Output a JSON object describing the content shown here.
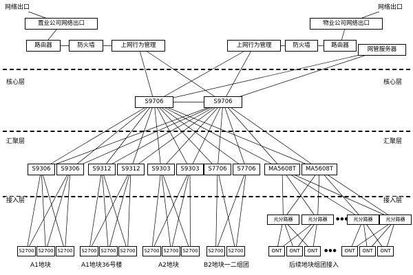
{
  "diagram": {
    "corner_labels": {
      "top_left": "网络出口",
      "top_right": "网络出口"
    },
    "layers": {
      "core": "核心层",
      "aggregation": "汇聚层",
      "access": "接入层"
    },
    "nodes": {
      "exit_left": "置业公司网络出口",
      "exit_right": "物业公司网络出口",
      "router": "路由器",
      "firewall": "防火墙",
      "behavior_mgmt": "上网行为管理",
      "nms_server": "网管服务器",
      "core_switch": "S9706",
      "agg_s9306": "S9306",
      "agg_s9312": "S9312",
      "agg_s9303": "S9303",
      "agg_s7706": "S7706",
      "agg_ma5608t": "MA5608T",
      "splitter": "光分路器",
      "access_switch": "S2700",
      "ont": "ONT",
      "ellipsis": "●●●"
    },
    "group_labels": [
      "A1地块",
      "A1地块36号楼",
      "A2地块",
      "B2地块一二组团",
      "后续地块组团接入"
    ],
    "connections": [
      [
        "tl",
        "exit_left"
      ],
      [
        "exit_left",
        "router_l"
      ],
      [
        "router_l",
        "firewall_l"
      ],
      [
        "firewall_l",
        "behavior_l"
      ],
      [
        "tr",
        "exit_right"
      ],
      [
        "exit_right",
        "router_r"
      ],
      [
        "router_r",
        "firewall_r"
      ],
      [
        "firewall_r",
        "behavior_r"
      ],
      [
        "behavior_l",
        "core1"
      ],
      [
        "behavior_l",
        "core2"
      ],
      [
        "behavior_r",
        "core1"
      ],
      [
        "behavior_r",
        "core2"
      ],
      [
        "nms",
        "core1"
      ],
      [
        "nms",
        "core2"
      ],
      [
        "core1",
        "core2"
      ],
      [
        "core1",
        "a1a"
      ],
      [
        "core1",
        "a1b"
      ],
      [
        "core1",
        "a2a"
      ],
      [
        "core1",
        "a2b"
      ],
      [
        "core1",
        "a3a"
      ],
      [
        "core1",
        "a3b"
      ],
      [
        "core1",
        "a4a"
      ],
      [
        "core1",
        "a4b"
      ],
      [
        "core1",
        "a5a"
      ],
      [
        "core1",
        "a5b"
      ],
      [
        "core2",
        "a1a"
      ],
      [
        "core2",
        "a1b"
      ],
      [
        "core2",
        "a2a"
      ],
      [
        "core2",
        "a2b"
      ],
      [
        "core2",
        "a3a"
      ],
      [
        "core2",
        "a3b"
      ],
      [
        "core2",
        "a4a"
      ],
      [
        "core2",
        "a4b"
      ],
      [
        "core2",
        "a5a"
      ],
      [
        "core2",
        "a5b"
      ],
      [
        "a1a",
        "g1s1"
      ],
      [
        "a1a",
        "g1s2"
      ],
      [
        "a1a",
        "g1s3"
      ],
      [
        "a1b",
        "g1s1"
      ],
      [
        "a1b",
        "g1s2"
      ],
      [
        "a1b",
        "g1s3"
      ],
      [
        "a2a",
        "g2s1"
      ],
      [
        "a2a",
        "g2s2"
      ],
      [
        "a2a",
        "g2s3"
      ],
      [
        "a2b",
        "g2s1"
      ],
      [
        "a2b",
        "g2s2"
      ],
      [
        "a2b",
        "g2s3"
      ],
      [
        "a3a",
        "g3s1"
      ],
      [
        "a3a",
        "g3s2"
      ],
      [
        "a3a",
        "g3s3"
      ],
      [
        "a3b",
        "g3s1"
      ],
      [
        "a3b",
        "g3s2"
      ],
      [
        "a3b",
        "g3s3"
      ],
      [
        "a4a",
        "g4s1"
      ],
      [
        "a4a",
        "g4s2"
      ],
      [
        "a4b",
        "g4s1"
      ],
      [
        "a4b",
        "g4s2"
      ],
      [
        "a5a",
        "sp1"
      ],
      [
        "a5a",
        "sp2"
      ],
      [
        "a5a",
        "sp3"
      ],
      [
        "a5a",
        "sp4"
      ],
      [
        "a5b",
        "sp1"
      ],
      [
        "a5b",
        "sp2"
      ],
      [
        "a5b",
        "sp3"
      ],
      [
        "a5b",
        "sp4"
      ],
      [
        "sp1",
        "ont1"
      ],
      [
        "sp1",
        "ont2"
      ],
      [
        "sp1",
        "ont3"
      ],
      [
        "sp2",
        "ont1"
      ],
      [
        "sp2",
        "ont2"
      ],
      [
        "sp2",
        "ont3"
      ],
      [
        "sp3",
        "ont4"
      ],
      [
        "sp3",
        "ont5"
      ],
      [
        "sp3",
        "ont6"
      ],
      [
        "sp4",
        "ont4"
      ],
      [
        "sp4",
        "ont5"
      ],
      [
        "sp4",
        "ont6"
      ]
    ]
  }
}
